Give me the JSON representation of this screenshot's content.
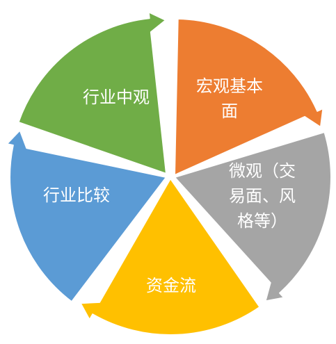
{
  "diagram": {
    "type": "segmented-cycle",
    "segments": [
      {
        "id": "macro",
        "label_lines": [
          "宏观基本",
          "面"
        ],
        "color": "#ED7D31"
      },
      {
        "id": "micro",
        "label_lines": [
          "微观（交",
          "易面、风",
          "格等）"
        ],
        "color": "#A5A5A5"
      },
      {
        "id": "flow",
        "label_lines": [
          "资金流"
        ],
        "color": "#FFC000"
      },
      {
        "id": "compare",
        "label_lines": [
          "行业比较"
        ],
        "color": "#5B9BD5"
      },
      {
        "id": "industry",
        "label_lines": [
          "行业中观"
        ],
        "color": "#70AD47"
      }
    ]
  }
}
